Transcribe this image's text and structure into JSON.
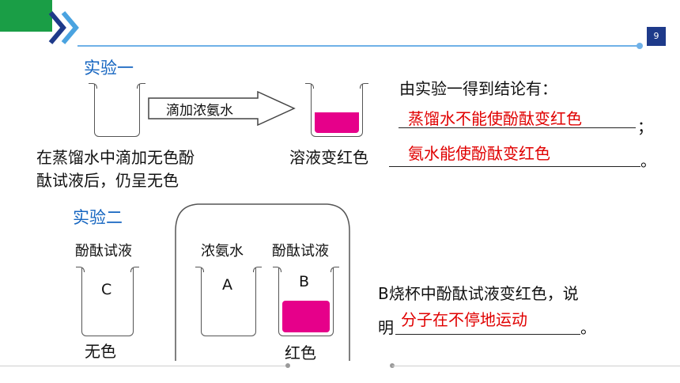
{
  "header": {
    "page_number": "9",
    "accent": "#1a9e46",
    "chevron": "#1e3a8a"
  },
  "exp1": {
    "title": "实验一",
    "arrow_label": "滴加浓氨水",
    "desc_line1": "在蒸馏水中滴加无色酚",
    "desc_line2": "酞试液后，仍呈无色",
    "result": "溶液变红色",
    "conclusion_intro": "由实验一得到结论有：",
    "conclusion_1": "蒸馏水不能使酚酞变红色",
    "conclusion_1_end": "；",
    "conclusion_2": "氨水能使酚酞变红色",
    "conclusion_2_end": "。"
  },
  "exp2": {
    "title": "实验二",
    "label_c": "酚酞试液",
    "label_a": "浓氨水",
    "label_b": "酚酞试液",
    "beaker_c": "C",
    "beaker_a": "A",
    "beaker_b": "B",
    "color_c": "无色",
    "color_b": "红色",
    "explain_line1": "B烧杯中酚酞试液变红色，说",
    "explain_prefix": "明",
    "explain_answer": "分子在不停地运动",
    "explain_end": "。"
  },
  "colors": {
    "pink": "#e6008a",
    "answer": "#e00000",
    "title": "#1565c0"
  }
}
